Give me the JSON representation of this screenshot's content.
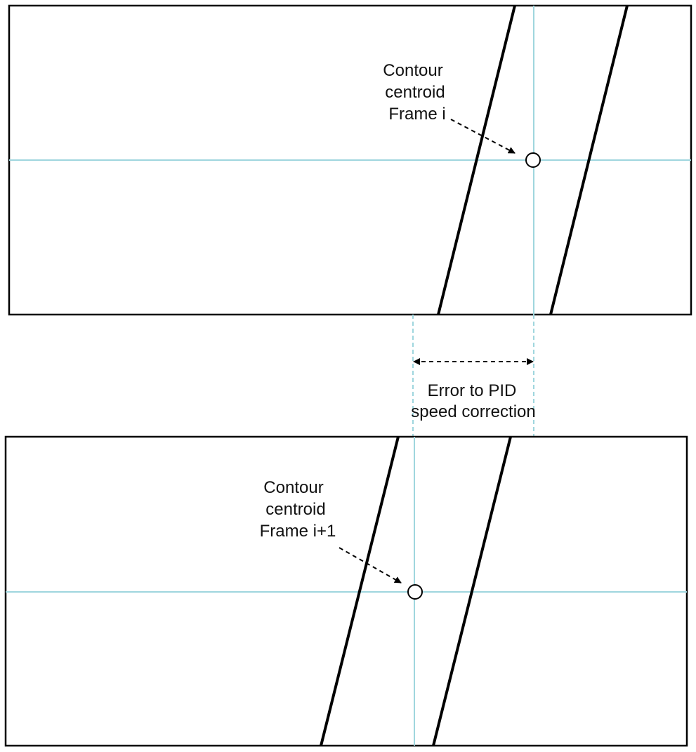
{
  "top_frame": {
    "label_lines": [
      "Contour",
      "centroid",
      "Frame i"
    ]
  },
  "error_label": {
    "lines": [
      "Error to PID",
      "speed correction"
    ]
  },
  "bottom_frame": {
    "label_lines": [
      "Contour",
      "centroid",
      "Frame i+1"
    ]
  },
  "colors": {
    "frame_border": "#000000",
    "guide_line": "#9fd6de",
    "text": "#111111"
  }
}
